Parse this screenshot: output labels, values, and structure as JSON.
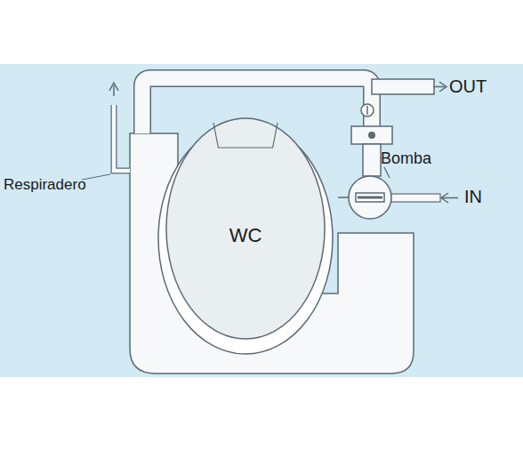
{
  "diagram": {
    "nodes": [
      {
        "text": [
          "WC"
        ]
      }
    ],
    "labels": [
      "OUT",
      "Respiradero",
      "Bomba",
      "IN"
    ]
  }
}
